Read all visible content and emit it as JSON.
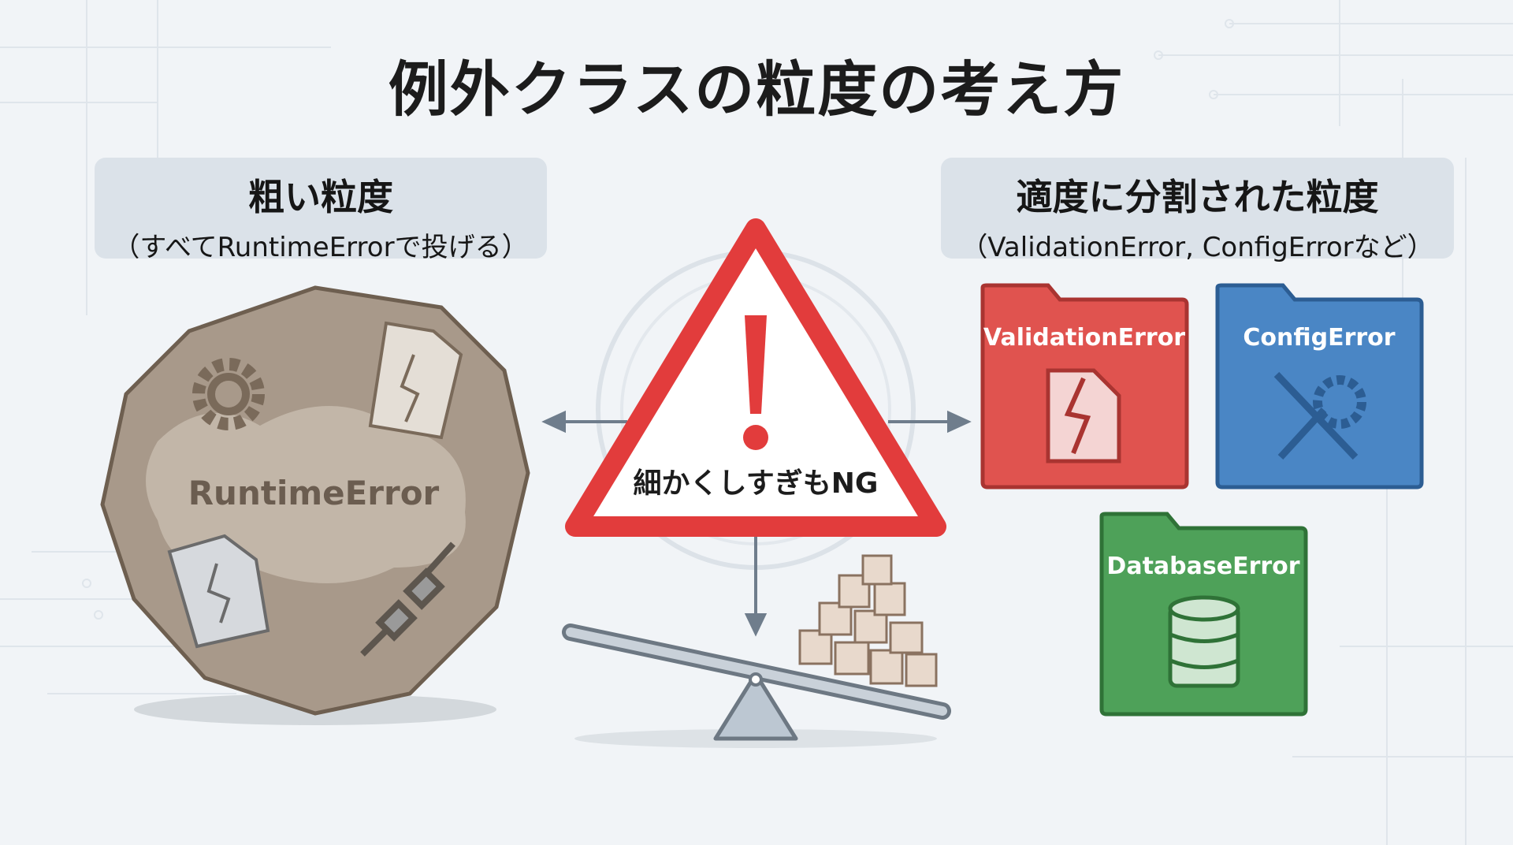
{
  "title": "例外クラスの粒度の考え方",
  "left_panel": {
    "heading": "粗い粒度",
    "subheading": "（すべてRuntimeErrorで投げる）",
    "rock_label": "RuntimeError"
  },
  "right_panel": {
    "heading": "適度に分割された粒度",
    "subheading": "（ValidationError, ConfigErrorなど）"
  },
  "warning": {
    "label": "細かくしすぎもNG"
  },
  "folders": [
    {
      "label": "ValidationError",
      "color": "#e0534f",
      "icon": "broken-document-icon"
    },
    {
      "label": "ConfigError",
      "color": "#4a86c5",
      "icon": "tools-gear-icon"
    },
    {
      "label": "DatabaseError",
      "color": "#4ea159",
      "icon": "database-icon"
    }
  ]
}
